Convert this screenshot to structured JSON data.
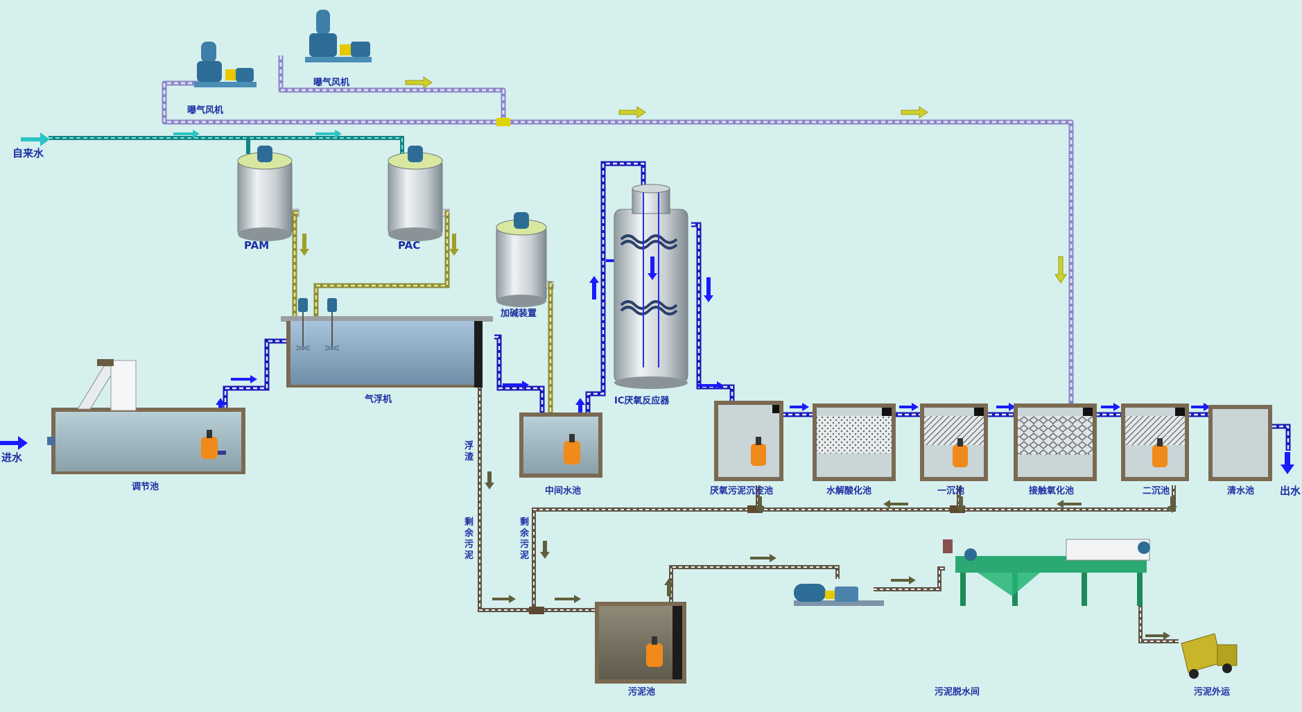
{
  "labels": {
    "tap_water": "自来水",
    "inlet": "进水",
    "outlet": "出水",
    "blower1": "曝气风机",
    "blower2": "曝气风机",
    "pam": "PAM",
    "pac": "PAC",
    "alkali": "加碱装置",
    "air_flotation": "气浮机",
    "regulating_tank": "调节池",
    "middle_tank": "中间水池",
    "ic_reactor": "IC厌氧反应器",
    "anaerobic_settling": "厌氧污泥沉淀池",
    "hydrolysis": "水解酸化池",
    "primary_settling": "一沉池",
    "contact_oxidation": "接触氧化池",
    "secondary_settling": "二沉池",
    "clear_water": "清水池",
    "scum": "浮渣",
    "excess_sludge_1": "剩余污泥",
    "excess_sludge_2": "剩余污泥",
    "sludge_tank": "污泥池",
    "dewatering_room": "污泥脱水间",
    "sludge_out": "污泥外运"
  },
  "colors": {
    "background": "#d6f0ee",
    "air_pipe": "#b9b4e6",
    "water_pipe": "#2a2ee0",
    "tap_pipe": "#1a9a9a",
    "chem_pipe": "#b0b050",
    "sludge_pipe": "#8a7c6a",
    "label": "#1c2ea3",
    "pump": "#f08a1a",
    "tank_frame": "#7b6a52"
  }
}
